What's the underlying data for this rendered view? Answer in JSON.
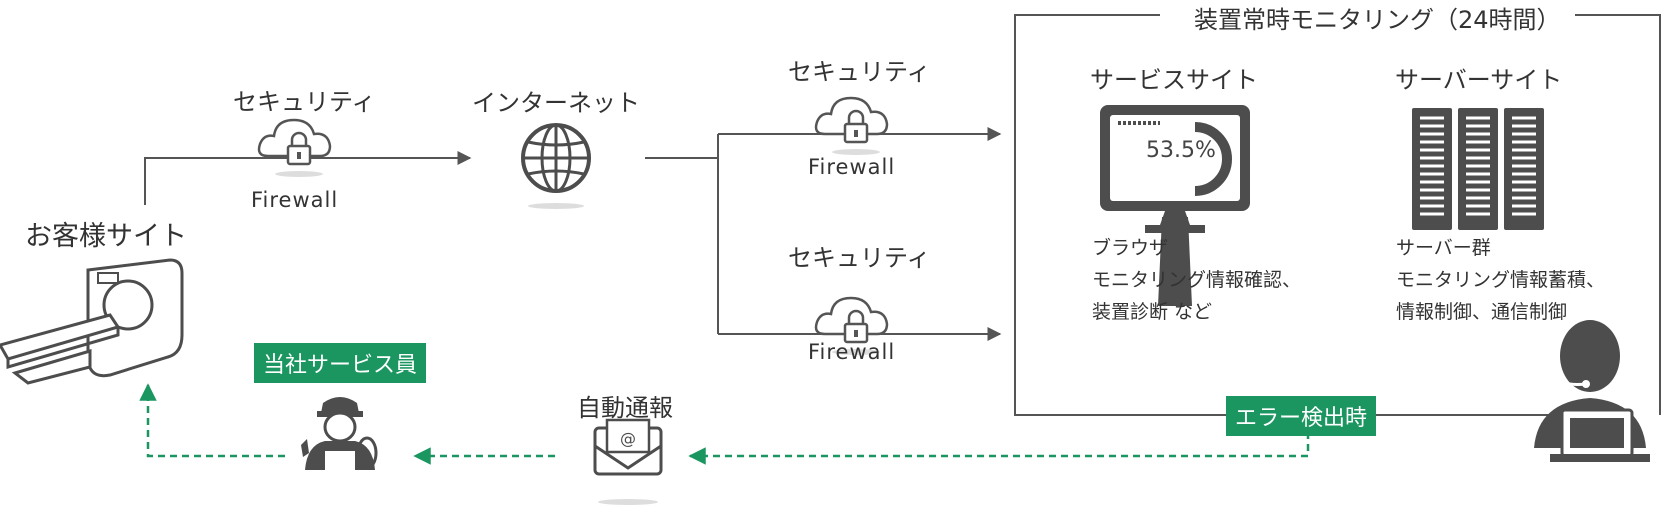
{
  "monitoring_title": "装置常時モニタリング（24時間）",
  "customer_site": "お客様サイト",
  "security_label": "セキュリティ",
  "firewall_label": "Firewall",
  "internet_label": "インターネット",
  "service_site": {
    "title": "サービスサイト",
    "gauge_value": "53.5%",
    "desc": [
      "ブラウザ",
      "モニタリング情報確認、",
      "装置診断 など"
    ]
  },
  "server_site": {
    "title": "サーバーサイト",
    "desc": [
      "サーバー群",
      "モニタリング情報蓄積、",
      "情報制御、通信制御"
    ]
  },
  "error_tag": "エラー検出時",
  "auto_report": "自動通報",
  "staff_tag": "当社サービス員",
  "colors": {
    "line": "#555555",
    "icon": "#4d4d4d",
    "accent_green": "#1c9660"
  },
  "icons": [
    "cloud-lock-icon",
    "globe-icon",
    "monitor-icon",
    "server-icon",
    "mail-icon",
    "ct-scanner-icon",
    "service-worker-icon",
    "operator-icon"
  ]
}
